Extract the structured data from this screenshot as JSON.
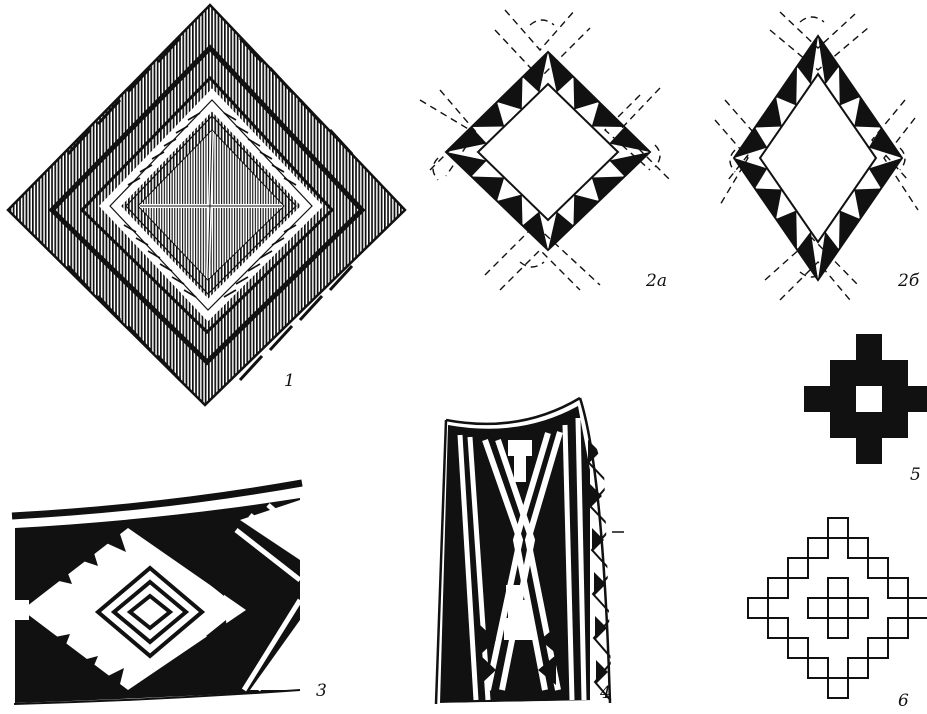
{
  "figures": [
    {
      "id": "fig-1",
      "label": "1"
    },
    {
      "id": "fig-2a",
      "label": "2a"
    },
    {
      "id": "fig-2b",
      "label": "2б"
    },
    {
      "id": "fig-3",
      "label": "3"
    },
    {
      "id": "fig-4",
      "label": "4"
    },
    {
      "id": "fig-5",
      "label": "5"
    },
    {
      "id": "fig-6",
      "label": "6"
    }
  ],
  "colors": {
    "ink": "#111111",
    "paper": "#ffffff"
  }
}
